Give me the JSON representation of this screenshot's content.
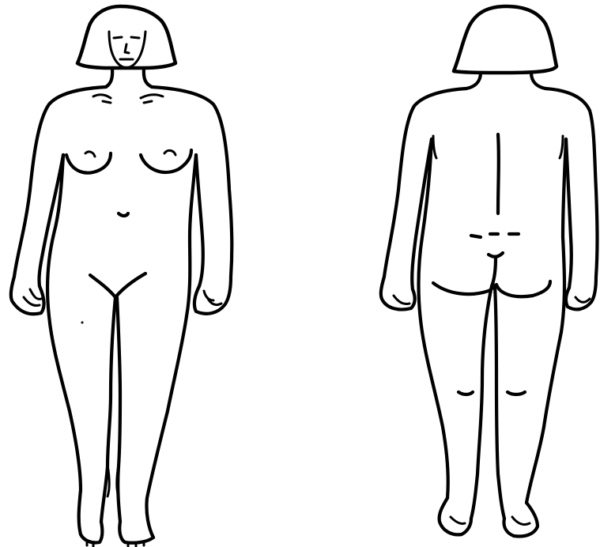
{
  "figure": {
    "views": [
      {
        "id": "front",
        "icon": "female-body-front-outline"
      },
      {
        "id": "back",
        "icon": "female-body-back-outline"
      }
    ],
    "stroke_color": "#000000",
    "background_color": "#ffffff"
  }
}
